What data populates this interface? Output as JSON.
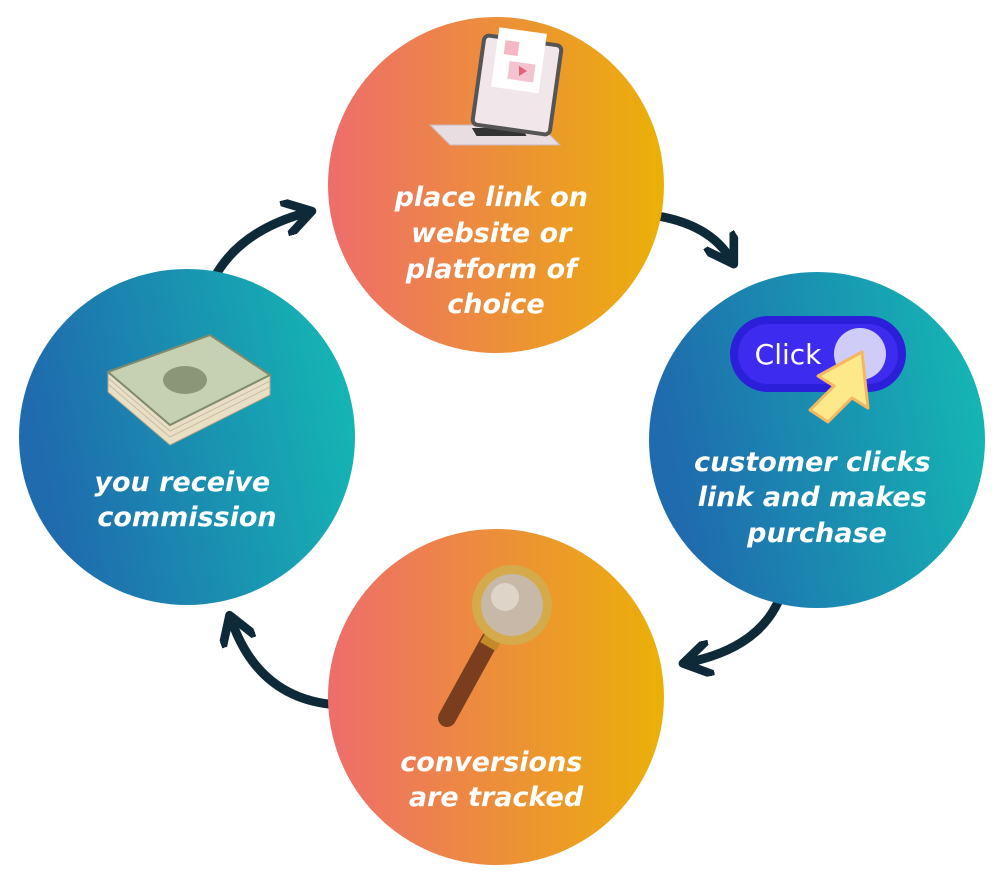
{
  "steps": [
    {
      "id": "place-link",
      "lines": [
        "place link on",
        "website or",
        "platform of",
        "choice"
      ],
      "icon": "laptop-icon"
    },
    {
      "id": "customer-clicks",
      "lines": [
        "customer clicks",
        "link and makes",
        "purchase"
      ],
      "icon": "click-button-icon",
      "button_text": "Click"
    },
    {
      "id": "conversions",
      "lines": [
        "conversions",
        "are tracked"
      ],
      "icon": "magnifier-icon"
    },
    {
      "id": "commission",
      "lines": [
        "you receive",
        "commission"
      ],
      "icon": "money-stack-icon"
    }
  ],
  "colors": {
    "orange_start": "#ee6d6c",
    "orange_end": "#ebb008",
    "teal_start": "#1f6bae",
    "teal_end": "#14bcb4",
    "arrow": "#0e2a38"
  }
}
